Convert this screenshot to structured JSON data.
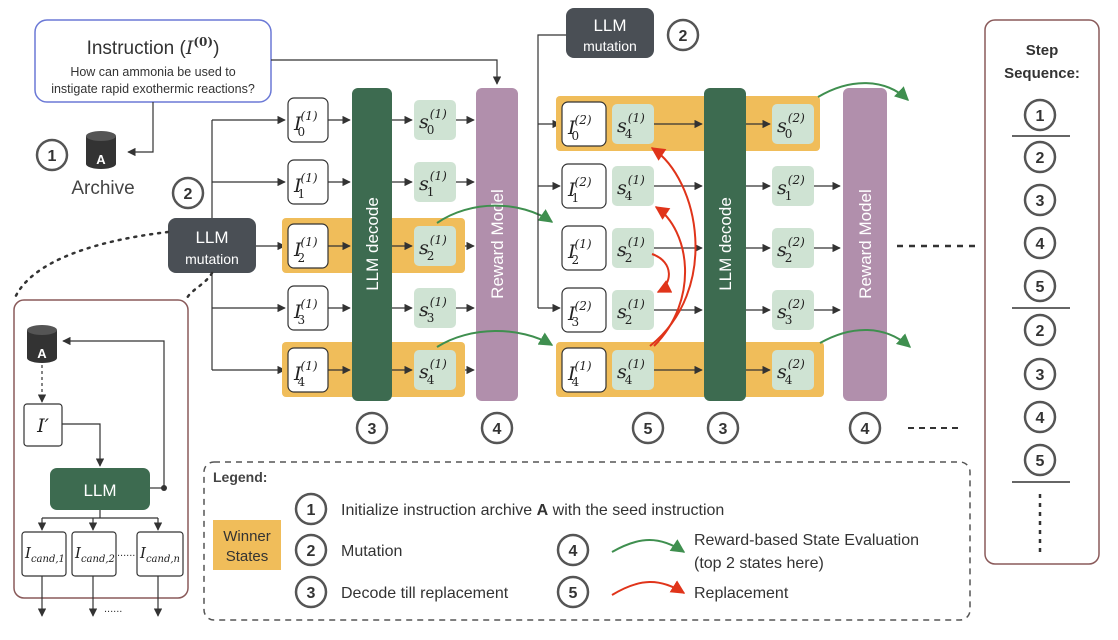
{
  "instruction": {
    "title": "Instruction (",
    "sym": "I",
    "sup": "(0)",
    "close": ")",
    "text_line1": "How can ammonia be used to",
    "text_line2": "instigate rapid exothermic reactions?"
  },
  "archive": {
    "label": "Archive",
    "icon_letter": "A"
  },
  "mutation_box": {
    "line1": "LLM",
    "line2": "mutation"
  },
  "decode_label": "LLM decode",
  "reward_label": "Reward Model",
  "steps": {
    "s1": "1",
    "s2": "2",
    "s3": "3",
    "s4": "4",
    "s5": "5"
  },
  "inset": {
    "archive_letter": "A",
    "iprime": "I′",
    "llm": "LLM",
    "cand1": "cand,1",
    "cand2": "cand,2",
    "candn": "cand,n",
    "dots": "......"
  },
  "col1": {
    "instructions": [
      {
        "sym": "I",
        "sub": "0",
        "sup": "(1)"
      },
      {
        "sym": "I",
        "sub": "1",
        "sup": "(1)"
      },
      {
        "sym": "I",
        "sub": "2",
        "sup": "(1)"
      },
      {
        "sym": "I",
        "sub": "3",
        "sup": "(1)"
      },
      {
        "sym": "I",
        "sub": "4",
        "sup": "(1)"
      }
    ],
    "states": [
      {
        "sym": "s",
        "sub": "0",
        "sup": "(1)"
      },
      {
        "sym": "s",
        "sub": "1",
        "sup": "(1)"
      },
      {
        "sym": "s",
        "sub": "2",
        "sup": "(1)"
      },
      {
        "sym": "s",
        "sub": "3",
        "sup": "(1)"
      },
      {
        "sym": "s",
        "sub": "4",
        "sup": "(1)"
      }
    ]
  },
  "col2": {
    "instructions": [
      {
        "sym": "I",
        "sub": "0",
        "sup": "(2)"
      },
      {
        "sym": "I",
        "sub": "1",
        "sup": "(2)"
      },
      {
        "sym": "I",
        "sub": "2",
        "sup": "(1)"
      },
      {
        "sym": "I",
        "sub": "3",
        "sup": "(2)"
      },
      {
        "sym": "I",
        "sub": "4",
        "sup": "(1)"
      }
    ],
    "states_in": [
      {
        "sym": "s",
        "sub": "4",
        "sup": "(1)"
      },
      {
        "sym": "s",
        "sub": "4",
        "sup": "(1)"
      },
      {
        "sym": "s",
        "sub": "2",
        "sup": "(1)"
      },
      {
        "sym": "s",
        "sub": "2",
        "sup": "(1)"
      },
      {
        "sym": "s",
        "sub": "4",
        "sup": "(1)"
      }
    ],
    "states_out": [
      {
        "sym": "s",
        "sub": "0",
        "sup": "(2)"
      },
      {
        "sym": "s",
        "sub": "1",
        "sup": "(2)"
      },
      {
        "sym": "s",
        "sub": "2",
        "sup": "(2)"
      },
      {
        "sym": "s",
        "sub": "3",
        "sup": "(2)"
      },
      {
        "sym": "s",
        "sub": "4",
        "sup": "(2)"
      }
    ]
  },
  "legend": {
    "title": "Legend:",
    "winner_line1": "Winner",
    "winner_line2": "States",
    "item1_pre": "Initialize instruction archive ",
    "item1_bold": "A",
    "item1_post": " with the seed instruction",
    "item2": "Mutation",
    "item3": "Decode till replacement",
    "item4_line1": "Reward-based State Evaluation",
    "item4_line2": "(top 2 states here)",
    "item5": "Replacement"
  },
  "sequence": {
    "title_line1": "Step",
    "title_line2": "Sequence:",
    "items": [
      "1",
      "2",
      "3",
      "4",
      "5",
      "2",
      "3",
      "4",
      "5"
    ]
  },
  "colors": {
    "dark_green": "#3d6b50",
    "mauve": "#b18fac",
    "winner": "#f0bd5a",
    "state_green": "#cfe3d3",
    "dark_gray": "#4a4f55",
    "green_arrow": "#3f8f4f",
    "red_arrow": "#e0341a",
    "blue_border": "#6b79d6"
  }
}
